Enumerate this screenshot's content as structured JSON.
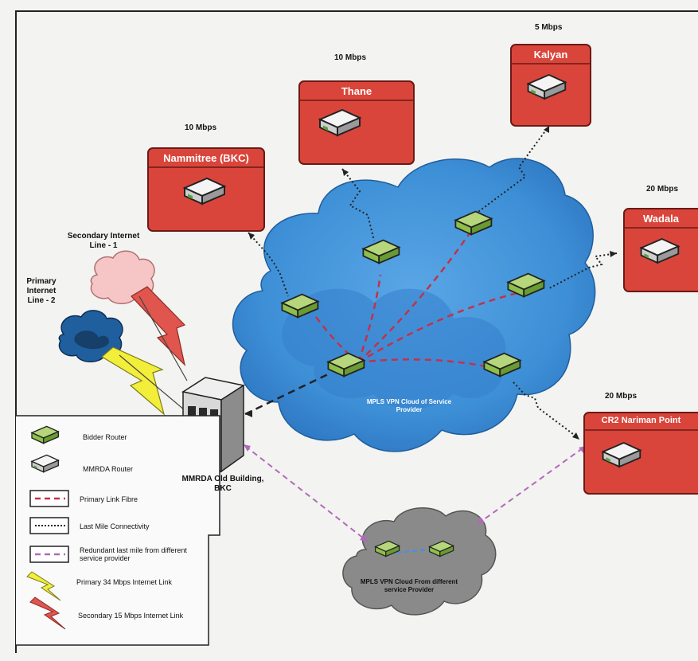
{
  "sites": [
    {
      "name": "Nammitree (BKC)",
      "speed": "10 Mbps"
    },
    {
      "name": "Thane",
      "speed": "10 Mbps"
    },
    {
      "name": "Kalyan",
      "speed": "5 Mbps"
    },
    {
      "name": "Wadala",
      "speed": "20 Mbps"
    },
    {
      "name": "CR2 Nariman Point",
      "speed": "20 Mbps"
    }
  ],
  "internet_lines": {
    "secondary": "Secondary Internet Line - 1",
    "primary": "Primary Internet Line - 2"
  },
  "hq": {
    "label": "MMRDA Old Building, BKC"
  },
  "clouds": {
    "main": "MPLS VPN Cloud of Service Provider",
    "secondary": "MPLS VPN Cloud From different service Provider"
  },
  "legend": {
    "items": [
      {
        "icon": "bidder-router-icon",
        "label": "Bidder Router"
      },
      {
        "icon": "mmrda-router-icon",
        "label": "MMRDA Router"
      },
      {
        "icon": "primary-link-fibre-icon",
        "label": "Primary Link Fibre"
      },
      {
        "icon": "last-mile-connectivity-icon",
        "label": "Last Mile Connectivity"
      },
      {
        "icon": "redundant-last-mile-icon",
        "label": "Redundant last mile from different service provider"
      },
      {
        "icon": "primary-internet-link-icon",
        "label": "Primary 34 Mbps Internet Link"
      },
      {
        "icon": "secondary-internet-link-icon",
        "label": "Secondary 15 Mbps Internet Link"
      }
    ]
  },
  "colors": {
    "site_box": "#d9453b",
    "cloud_blue": "#3d8fd6",
    "cloud_grey": "#8a8a8a",
    "router_green": "#8fbf4a",
    "primary_link": "#c2324a",
    "redundant_link": "#b06ab8",
    "lightning_yellow": "#f2ee3a",
    "lightning_red": "#e0554d"
  }
}
